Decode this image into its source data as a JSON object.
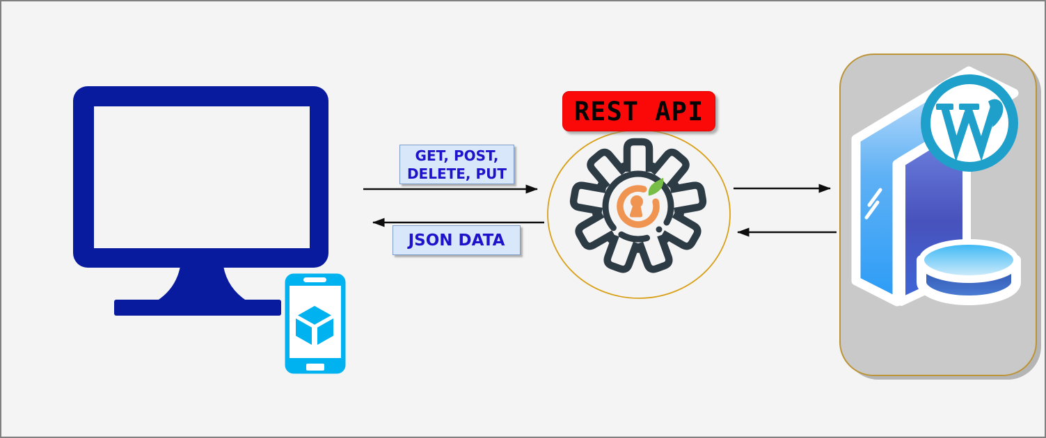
{
  "labels": {
    "api_badge": "REST API",
    "request_line1": "GET, POST,",
    "request_line2": "DELETE, PUT",
    "response": "JSON DATA"
  },
  "nodes": {
    "client": {
      "role": "client-devices",
      "icons": [
        "desktop-monitor-icon",
        "smartphone-icon",
        "cube-icon"
      ]
    },
    "api": {
      "role": "rest-api-service",
      "icons": [
        "gear-icon",
        "keyhole-icon",
        "leaf-icon"
      ]
    },
    "server": {
      "role": "wordpress-backend",
      "icons": [
        "server-tower-icon",
        "wordpress-icon",
        "database-icon"
      ]
    }
  },
  "colors": {
    "page_background": "#f4f4f5",
    "frame_border": "#808080",
    "monitor_navy": "#081a9e",
    "phone_cyan": "#00b3f0",
    "badge_red": "#fb0909",
    "badge_text": "#050505",
    "label_box_fill": "#d9e7fa",
    "label_box_border": "#7d9bc8",
    "label_text_blue": "#1c13cb",
    "halo_gold": "#d9a017",
    "gear_outline": "#2d3b45",
    "gear_orange": "#f09452",
    "leaf_green": "#78be46",
    "panel_gray": "#c9c9c9",
    "panel_border_gold": "#bd9435",
    "wordpress_teal": "#1fa0ca",
    "server_light_blue": "#2b9cf6",
    "server_dark_blue": "#3e66d8",
    "arrow_black": "#0d0d0d"
  }
}
